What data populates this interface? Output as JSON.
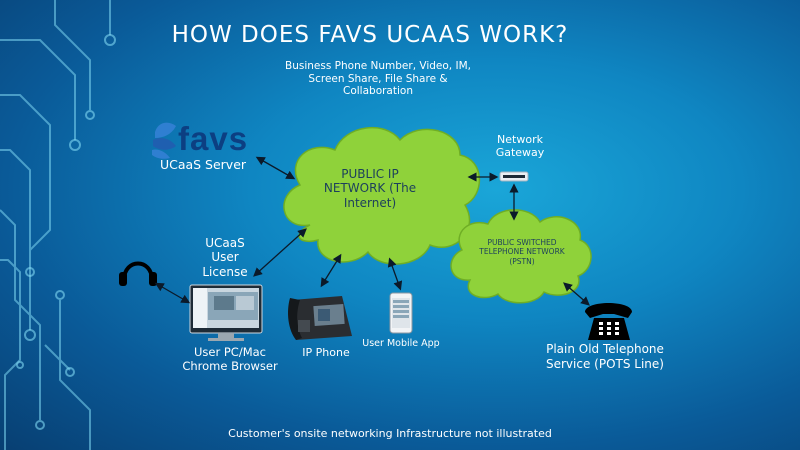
{
  "slide": {
    "title": "HOW DOES FAVS UCAAS WORK?",
    "subtitle": "Business Phone Number, Video, IM, Screen Share, File Share & Collaboration",
    "footnote": "Customer's onsite networking Infrastructure not illustrated"
  },
  "nodes": {
    "logo_text": "favs",
    "server_label": "UCaaS Server",
    "cloud_label": "PUBLIC IP NETWORK (The Internet)",
    "gateway_label": "Network Gateway",
    "pstn_label": "PUBLIC SWITCHED TELEPHONE NETWORK (PSTN)",
    "license_label": "UCaaS User License",
    "pc_label": "User PC/Mac Chrome Browser",
    "ipphone_label": "IP Phone",
    "mobile_label": "User Mobile App",
    "pots_label": "Plain Old Telephone Service (POTS Line)"
  },
  "icons": [
    "leaf-logo-icon",
    "network-gateway-icon",
    "headphones-icon",
    "desktop-monitor-icon",
    "ip-phone-icon",
    "mobile-phone-icon",
    "desk-telephone-icon"
  ],
  "colors": {
    "background": "#0f86c2",
    "cloud_fill": "#8fd23a",
    "logo_blue": "#0c3f82",
    "text": "#ffffff",
    "circuit_lines": "#7fd7f2"
  }
}
